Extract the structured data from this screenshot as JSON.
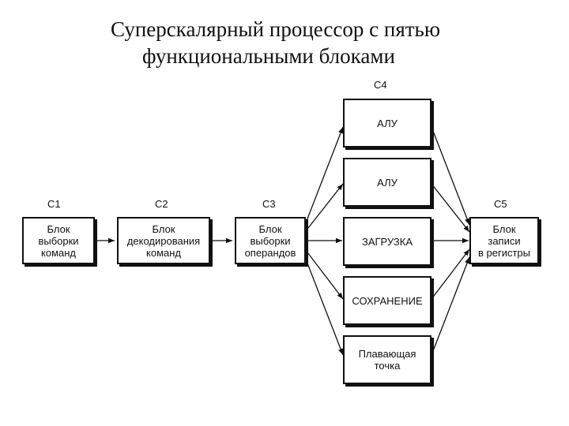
{
  "title": {
    "line1": "Суперскалярный процессор с пятью",
    "line2": "функциональными блоками"
  },
  "stages": {
    "c1": "С1",
    "c2": "С2",
    "c3": "С3",
    "c4": "С4",
    "c5": "С5"
  },
  "blocks": {
    "fetch": [
      "Блок",
      "выборки",
      "команд"
    ],
    "decode": [
      "Блок",
      "декодирования",
      "команд"
    ],
    "operand": [
      "Блок",
      "выборки",
      "операндов"
    ],
    "alu1": [
      "АЛУ"
    ],
    "alu2": [
      "АЛУ"
    ],
    "load": [
      "ЗАГРУЗКА"
    ],
    "store": [
      "СОХРАНЕНИЕ"
    ],
    "fpu": [
      "Плавающая",
      "точка"
    ],
    "writeback": [
      "Блок",
      "записи",
      "в регистры"
    ]
  }
}
